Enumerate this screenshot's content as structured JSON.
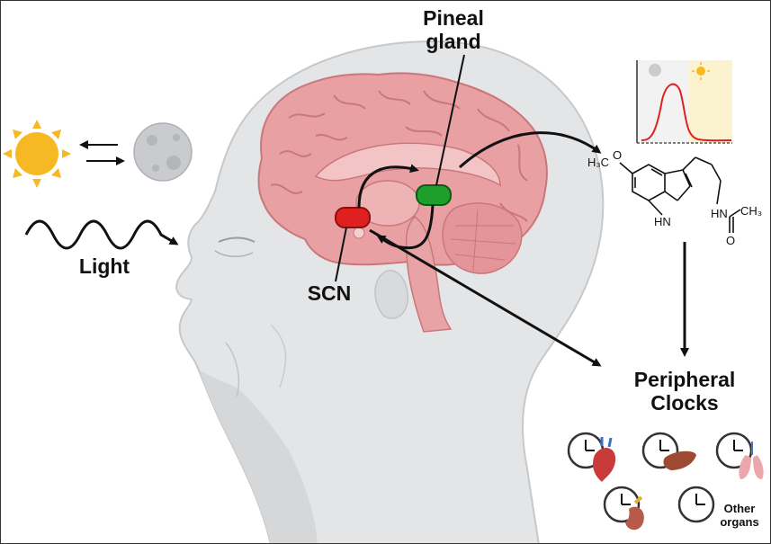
{
  "labels": {
    "pineal_gland": "Pineal\ngland",
    "light": "Light",
    "scn": "SCN",
    "peripheral_clocks": "Peripheral\nClocks",
    "other_organs": "Other\norgans"
  },
  "molecule": {
    "methoxy": "H₃C",
    "oxygen": "O",
    "nh_ring": "HN",
    "nh_amide": "HN",
    "methyl": "CH₃",
    "carbonyl_o": "O"
  },
  "icons": [
    "sun-icon",
    "moon-icon",
    "light-wave-icon",
    "brain",
    "pineal-gland",
    "scn-nucleus",
    "melatonin-plot",
    "clock-heart-icon",
    "clock-liver-icon",
    "clock-lungs-icon",
    "clock-kidney-icon",
    "clock-other-icon"
  ],
  "colors": {
    "scn": "#e02020",
    "pineal": "#1e9e2a",
    "brain": "#e9a0a3",
    "head": "#e2e3e4",
    "curve": "#e02020",
    "night_bg": "#f2f2f2",
    "day_bg": "#fbf3cf"
  }
}
